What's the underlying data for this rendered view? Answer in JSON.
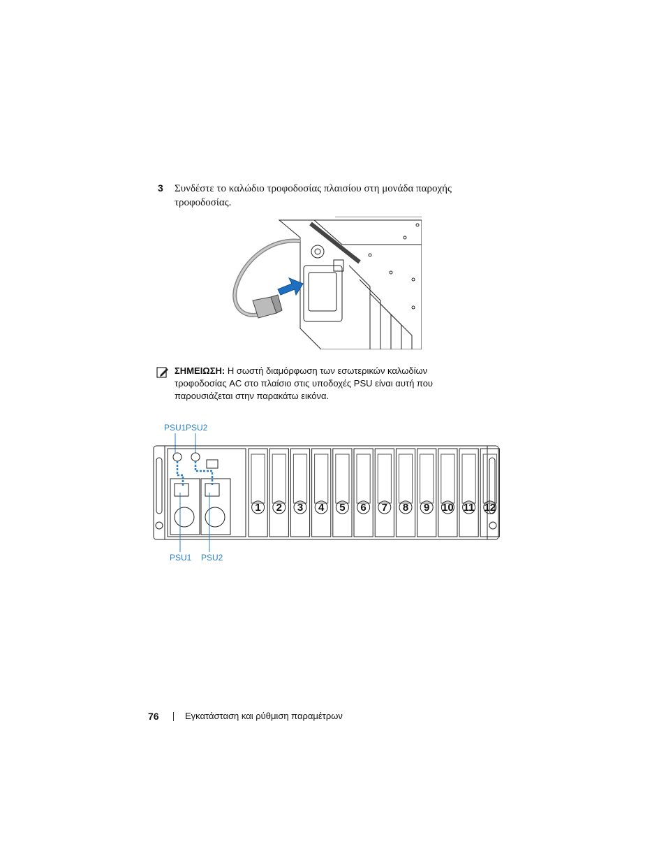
{
  "step": {
    "number": "3",
    "text": "Συνδέστε το καλώδιο τροφοδοσίας πλαισίου στη μονάδα παροχής τροφοδοσίας."
  },
  "note": {
    "label": "ΣΗΜΕΙΩΣΗ:",
    "text": " Η σωστή διαμόρφωση των εσωτερικών καλωδίων τροφοδοσίας AC στο πλαίσιο στις υποδοχές PSU είναι αυτή που παρουσιάζεται στην παρακάτω εικόνα."
  },
  "diagram": {
    "top_labels": [
      "PSU1",
      "PSU2"
    ],
    "bottom_labels": [
      "PSU1",
      "PSU2"
    ],
    "bays": [
      "1",
      "2",
      "3",
      "4",
      "5",
      "6",
      "7",
      "8",
      "9",
      "10",
      "11",
      "12"
    ],
    "label_color": "#2a7fc9"
  },
  "footer": {
    "page_number": "76",
    "section_title": "Εγκατάσταση και ρύθμιση παραμέτρων"
  }
}
